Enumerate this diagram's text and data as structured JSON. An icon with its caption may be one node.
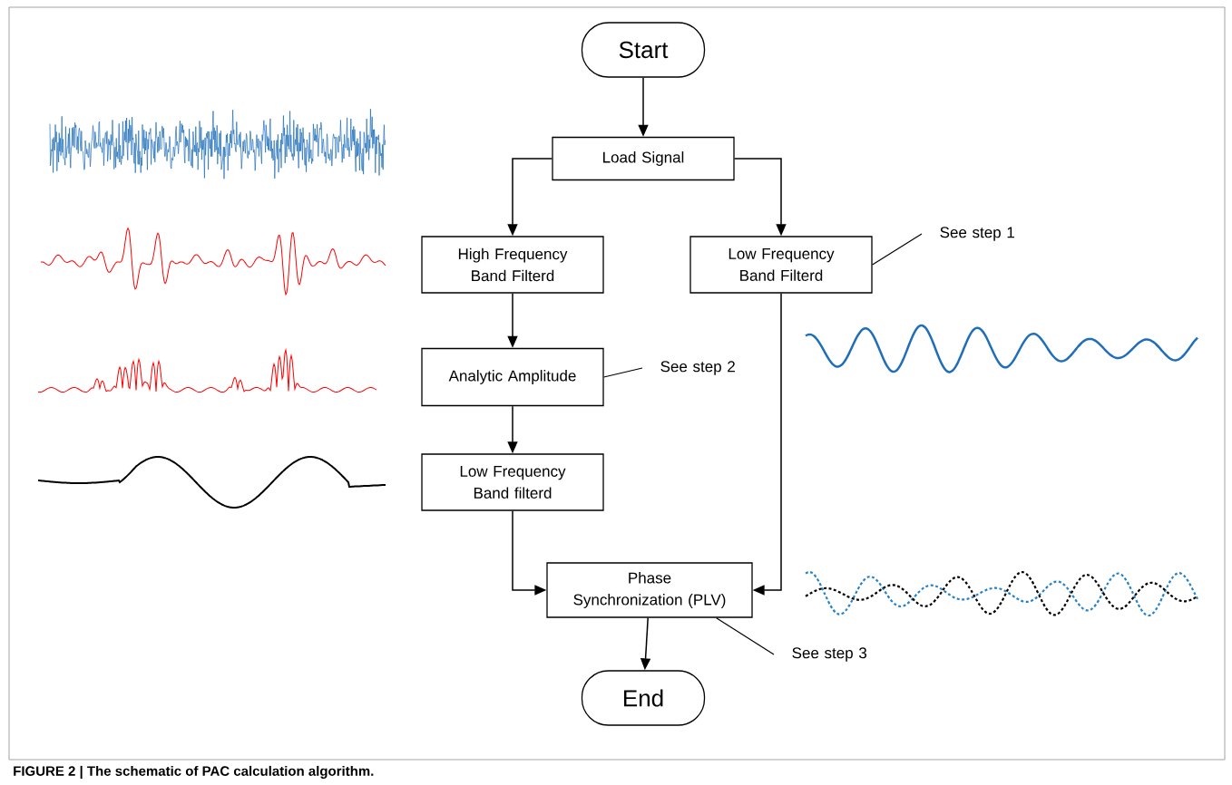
{
  "diagram": {
    "caption": "**FIGURE 2 | The schematic of PAC calculation algorithm.**",
    "nodes": [
      {
        "text": [
          "Start"
        ]
      },
      {
        "text": [
          "Load Signal"
        ]
      },
      {
        "text": [
          "High Frequency Band Filterd"
        ]
      },
      {
        "text": [
          "Low Frequency Band Filterd"
        ]
      },
      {
        "text": [
          "Analytic Amplitude"
        ]
      },
      {
        "text": [
          "Low Frequency Band filterd"
        ]
      },
      {
        "text": [
          "Phase Synchronization (PLV)"
        ]
      },
      {
        "text": [
          "End"
        ]
      },
      {
        "text": [
          "See step 1"
        ]
      },
      {
        "text": [
          "See step 2"
        ]
      },
      {
        "text": [
          "See step 3"
        ]
      }
    ],
    "edges": [
      {
        "from": 0,
        "to": 1,
        "arrow": "to"
      },
      {
        "from": 1,
        "to": 2,
        "arrow": "to"
      },
      {
        "from": 1,
        "to": 3,
        "arrow": "to"
      },
      {
        "from": 2,
        "to": 4,
        "arrow": "to"
      },
      {
        "from": 4,
        "to": 5,
        "arrow": "to"
      },
      {
        "from": 5,
        "to": 6,
        "arrow": "to"
      },
      {
        "from": 3,
        "to": 6,
        "arrow": "to"
      },
      {
        "from": 6,
        "to": 7,
        "arrow": "to"
      },
      {
        "from": 8,
        "to": 3,
        "arrow": "none"
      },
      {
        "from": 9,
        "to": 4,
        "arrow": "none"
      },
      {
        "from": 10,
        "to": 6,
        "arrow": "none"
      }
    ]
  }
}
